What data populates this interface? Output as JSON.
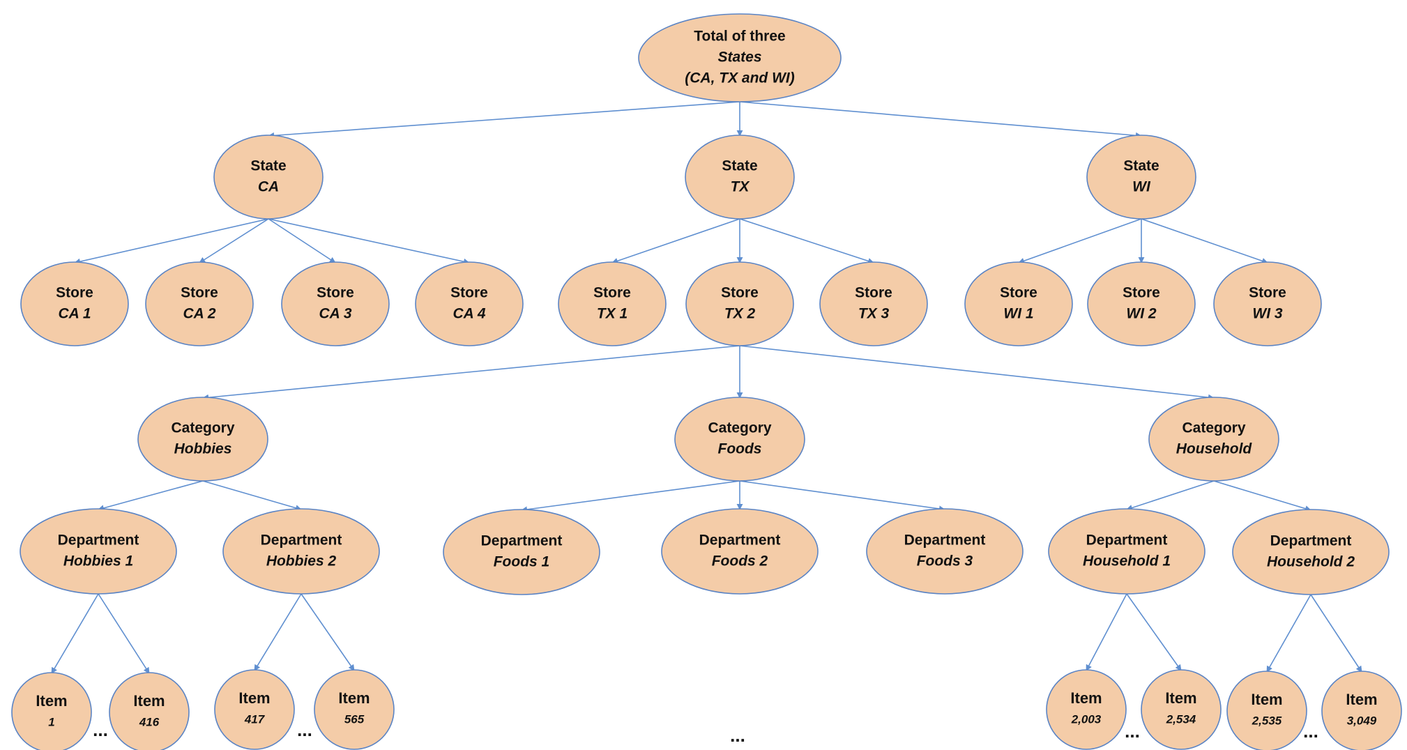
{
  "diagram": {
    "root": {
      "line1": "Total of three",
      "line2": "States",
      "line3": "(CA, TX and WI)"
    },
    "states": [
      {
        "line1": "State",
        "line2": "CA"
      },
      {
        "line1": "State",
        "line2": "TX"
      },
      {
        "line1": "State",
        "line2": "WI"
      }
    ],
    "stores": [
      {
        "line1": "Store",
        "line2": "CA 1"
      },
      {
        "line1": "Store",
        "line2": "CA 2"
      },
      {
        "line1": "Store",
        "line2": "CA 3"
      },
      {
        "line1": "Store",
        "line2": "CA 4"
      },
      {
        "line1": "Store",
        "line2": "TX 1"
      },
      {
        "line1": "Store",
        "line2": "TX 2"
      },
      {
        "line1": "Store",
        "line2": "TX 3"
      },
      {
        "line1": "Store",
        "line2": "WI 1"
      },
      {
        "line1": "Store",
        "line2": "WI 2"
      },
      {
        "line1": "Store",
        "line2": "WI 3"
      }
    ],
    "categories": [
      {
        "line1": "Category",
        "line2": "Hobbies"
      },
      {
        "line1": "Category",
        "line2": "Foods"
      },
      {
        "line1": "Category",
        "line2": "Household"
      }
    ],
    "departments": [
      {
        "line1": "Department",
        "line2": "Hobbies 1"
      },
      {
        "line1": "Department",
        "line2": "Hobbies 2"
      },
      {
        "line1": "Department",
        "line2": "Foods 1"
      },
      {
        "line1": "Department",
        "line2": "Foods 2"
      },
      {
        "line1": "Department",
        "line2": "Foods 3"
      },
      {
        "line1": "Department",
        "line2": "Household 1"
      },
      {
        "line1": "Department",
        "line2": "Household 2"
      }
    ],
    "items": [
      {
        "line1": "Item",
        "line2": "1"
      },
      {
        "line1": "Item",
        "line2": "416"
      },
      {
        "line1": "Item",
        "line2": "417"
      },
      {
        "line1": "Item",
        "line2": "565"
      },
      {
        "line1": "Item",
        "line2": "2,003"
      },
      {
        "line1": "Item",
        "line2": "2,534"
      },
      {
        "line1": "Item",
        "line2": "2,535"
      },
      {
        "line1": "Item",
        "line2": "3,049"
      }
    ],
    "ellipsis": "..."
  },
  "colors": {
    "node_fill": "#f4cca8",
    "node_stroke": "#5b84c4",
    "edge": "#5f8fd0"
  }
}
